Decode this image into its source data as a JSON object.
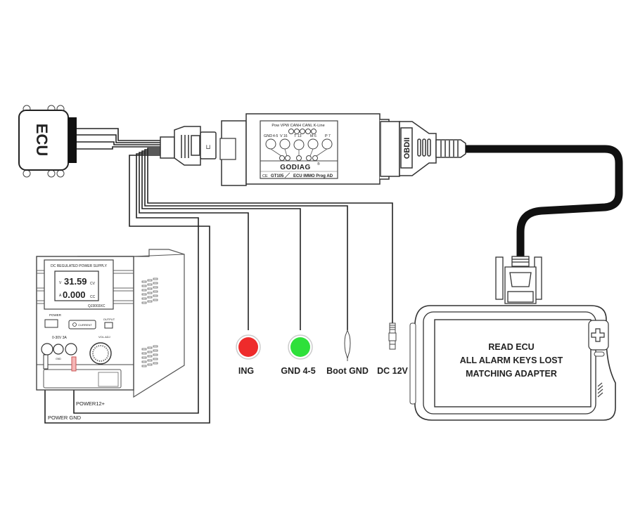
{
  "ecu": {
    "label": "ECU"
  },
  "adapter": {
    "brand": "GODIAG",
    "registered": "®",
    "model": "GT105",
    "ce_mark": "CE",
    "product_name": "ECU IMMO Prog AD",
    "pin_header": "Pow VPW CANH CANL K-Line",
    "pin_labels": [
      "GND",
      "V",
      "T",
      "M",
      "P"
    ],
    "pin_numbers": [
      "4-5",
      "16",
      "13",
      "6",
      "7"
    ]
  },
  "obd_connector": {
    "label": "OBDII"
  },
  "power_supply": {
    "title": "DC REGULATED POWER SUPPLY",
    "voltage_unit": "V",
    "voltage_value": "31.59",
    "voltage_mode": "CV",
    "current_unit": "A",
    "current_value": "0.000",
    "current_mode": "CC",
    "model": "QJ3003XC",
    "power_label": "POWER",
    "current_button_label": "CURRENT",
    "output_label": "OUTPUT",
    "range_label": "0-30V 3A",
    "gnd_label": "GND",
    "vol_adj_label": "VOL.ADJ"
  },
  "wire_labels": {
    "power12": "POWER12+",
    "power_gnd": "POWER GND"
  },
  "connectors": [
    {
      "label": "ING",
      "color": "#ee2b2b",
      "type": "clip-red"
    },
    {
      "label": "GND 4-5",
      "color": "#2ee03a",
      "type": "clip-green"
    },
    {
      "label": "Boot GND",
      "color": "#ffffff",
      "type": "alligator-clip"
    },
    {
      "label": "DC 12V",
      "color": "#ffffff",
      "type": "barrel-plug"
    }
  ],
  "device": {
    "screen_lines": [
      "READ ECU",
      "ALL ALARM KEYS LOST",
      "MATCHING ADAPTER"
    ]
  }
}
